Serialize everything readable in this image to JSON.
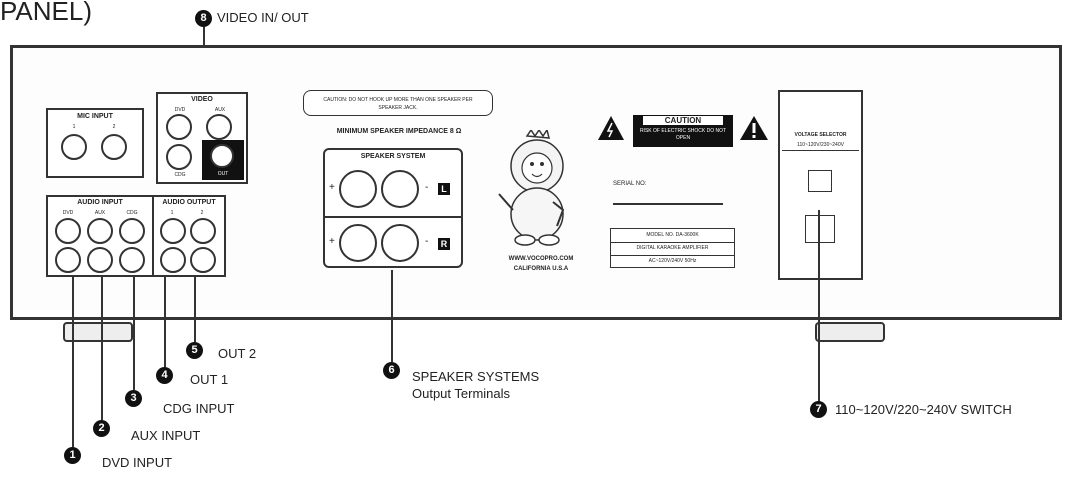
{
  "heading_fragment": "PANEL)",
  "panel": {
    "mic_input": {
      "title": "MIC INPUT",
      "labels": [
        "1",
        "2"
      ]
    },
    "video": {
      "title": "VIDEO",
      "labels": [
        "DVD",
        "AUX",
        "CDG",
        "OUT"
      ]
    },
    "audio_input": {
      "title": "AUDIO INPUT",
      "labels": [
        "DVD",
        "AUX",
        "CDG"
      ]
    },
    "audio_output": {
      "title": "AUDIO OUTPUT",
      "labels": [
        "1",
        "2"
      ]
    },
    "caution_note": "CAUTION: DO NOT HOOK UP MORE THAN ONE SPEAKER PER SPEAKER JACK.",
    "min_impedance": "MINIMUM SPEAKER IMPEDANCE 8 Ω",
    "speaker_system": {
      "title": "SPEAKER SYSTEM",
      "plus": "+",
      "minus": "-",
      "left": "L",
      "right": "R"
    },
    "website": "WWW.VOCOPRO.COM",
    "location": "CALIFORNIA U.S.A",
    "caution_label": "CAUTION",
    "shock_warning": "RISK OF ELECTRIC SHOCK DO NOT OPEN",
    "serial": "SERIAL NO:",
    "model": "MODEL NO. DA-3600K",
    "amp_type": "DIGITAL KARAOKE AMPLIFIER",
    "power_rating": "AC~120V/240V 50Hz",
    "voltage_selector": {
      "title": "VOLTAGE SELECTOR",
      "range": "110~120V/230~240V"
    }
  },
  "callouts": [
    {
      "num": "1",
      "text": "DVD INPUT"
    },
    {
      "num": "2",
      "text": "AUX INPUT"
    },
    {
      "num": "3",
      "text": "CDG INPUT"
    },
    {
      "num": "4",
      "text": "OUT 1"
    },
    {
      "num": "5",
      "text": "OUT 2"
    },
    {
      "num": "6",
      "text": "SPEAKER SYSTEMS",
      "subtext": "Output Terminals"
    },
    {
      "num": "7",
      "text": "110~120V/220~240V SWITCH"
    },
    {
      "num": "8",
      "text": "VIDEO IN/ OUT"
    }
  ]
}
